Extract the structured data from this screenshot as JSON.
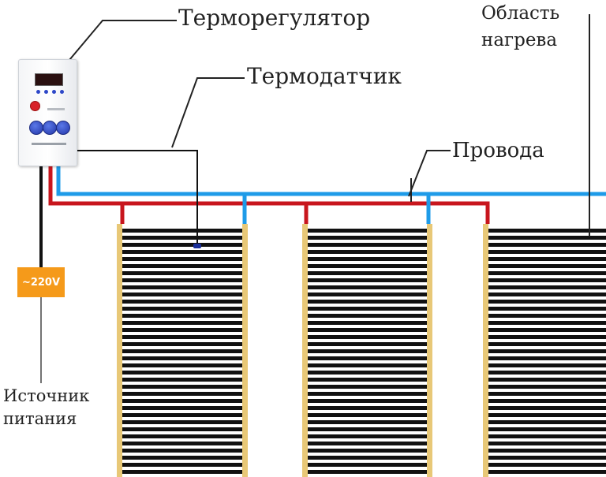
{
  "labels": {
    "thermostat": "Терморегулятор",
    "sensor": "Термодатчик",
    "wires": "Провода",
    "heating_area_line1": "Область",
    "heating_area_line2": "нагрева",
    "power_source_line1": "Источник",
    "power_source_line2": "питания"
  },
  "voltage_badge": "~220V",
  "thermostat_device": {
    "display_readout": "",
    "control_buttons": 3
  },
  "components": {
    "heating_film_panels": 3,
    "wire_colors": {
      "phase": "#c8161d",
      "neutral": "#1e9be8",
      "power_cable": "#111111",
      "leader_lines": "#222222"
    },
    "film_stripe_color": "#111111",
    "film_edge_color": "#e8c877",
    "badge_color": "#f59a1a"
  }
}
